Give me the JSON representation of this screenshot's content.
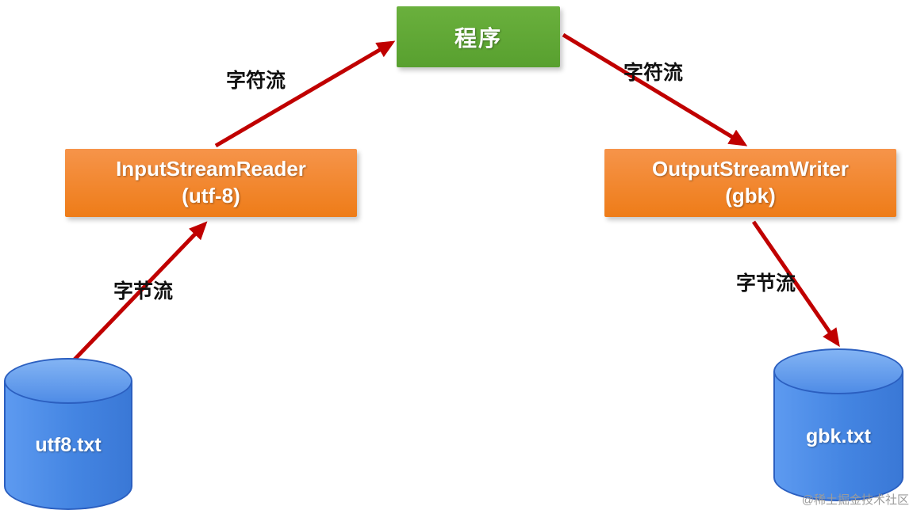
{
  "diagram": {
    "program": {
      "label": "程序"
    },
    "input_reader": {
      "line1": "InputStreamReader",
      "line2": "(utf-8)"
    },
    "output_writer": {
      "line1": "OutputStreamWriter",
      "line2": "(gbk)"
    },
    "utf8_file": {
      "label": "utf8.txt"
    },
    "gbk_file": {
      "label": "gbk.txt"
    },
    "stream_labels": {
      "char_left": "字符流",
      "char_right": "字符流",
      "byte_left": "字节流",
      "byte_right": "字节流"
    },
    "watermark": "@稀土掘金技术社区",
    "colors": {
      "program_green": "#5fa737",
      "stream_orange": "#f0821d",
      "file_blue": "#4a8be8",
      "arrow_red": "#c00000"
    }
  }
}
